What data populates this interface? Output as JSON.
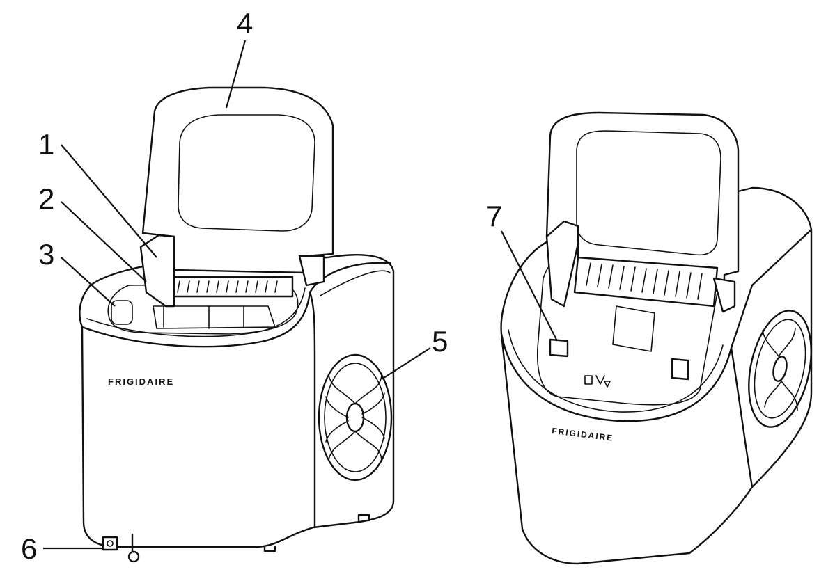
{
  "callouts": [
    {
      "id": "1",
      "label": "1"
    },
    {
      "id": "2",
      "label": "2"
    },
    {
      "id": "3",
      "label": "3"
    },
    {
      "id": "4",
      "label": "4"
    },
    {
      "id": "5",
      "label": "5"
    },
    {
      "id": "6",
      "label": "6"
    },
    {
      "id": "7",
      "label": "7"
    }
  ],
  "views": {
    "front": {
      "brand": "FRIGIDAIRE"
    },
    "rear": {
      "brand": "FRIGIDAIRE"
    }
  }
}
